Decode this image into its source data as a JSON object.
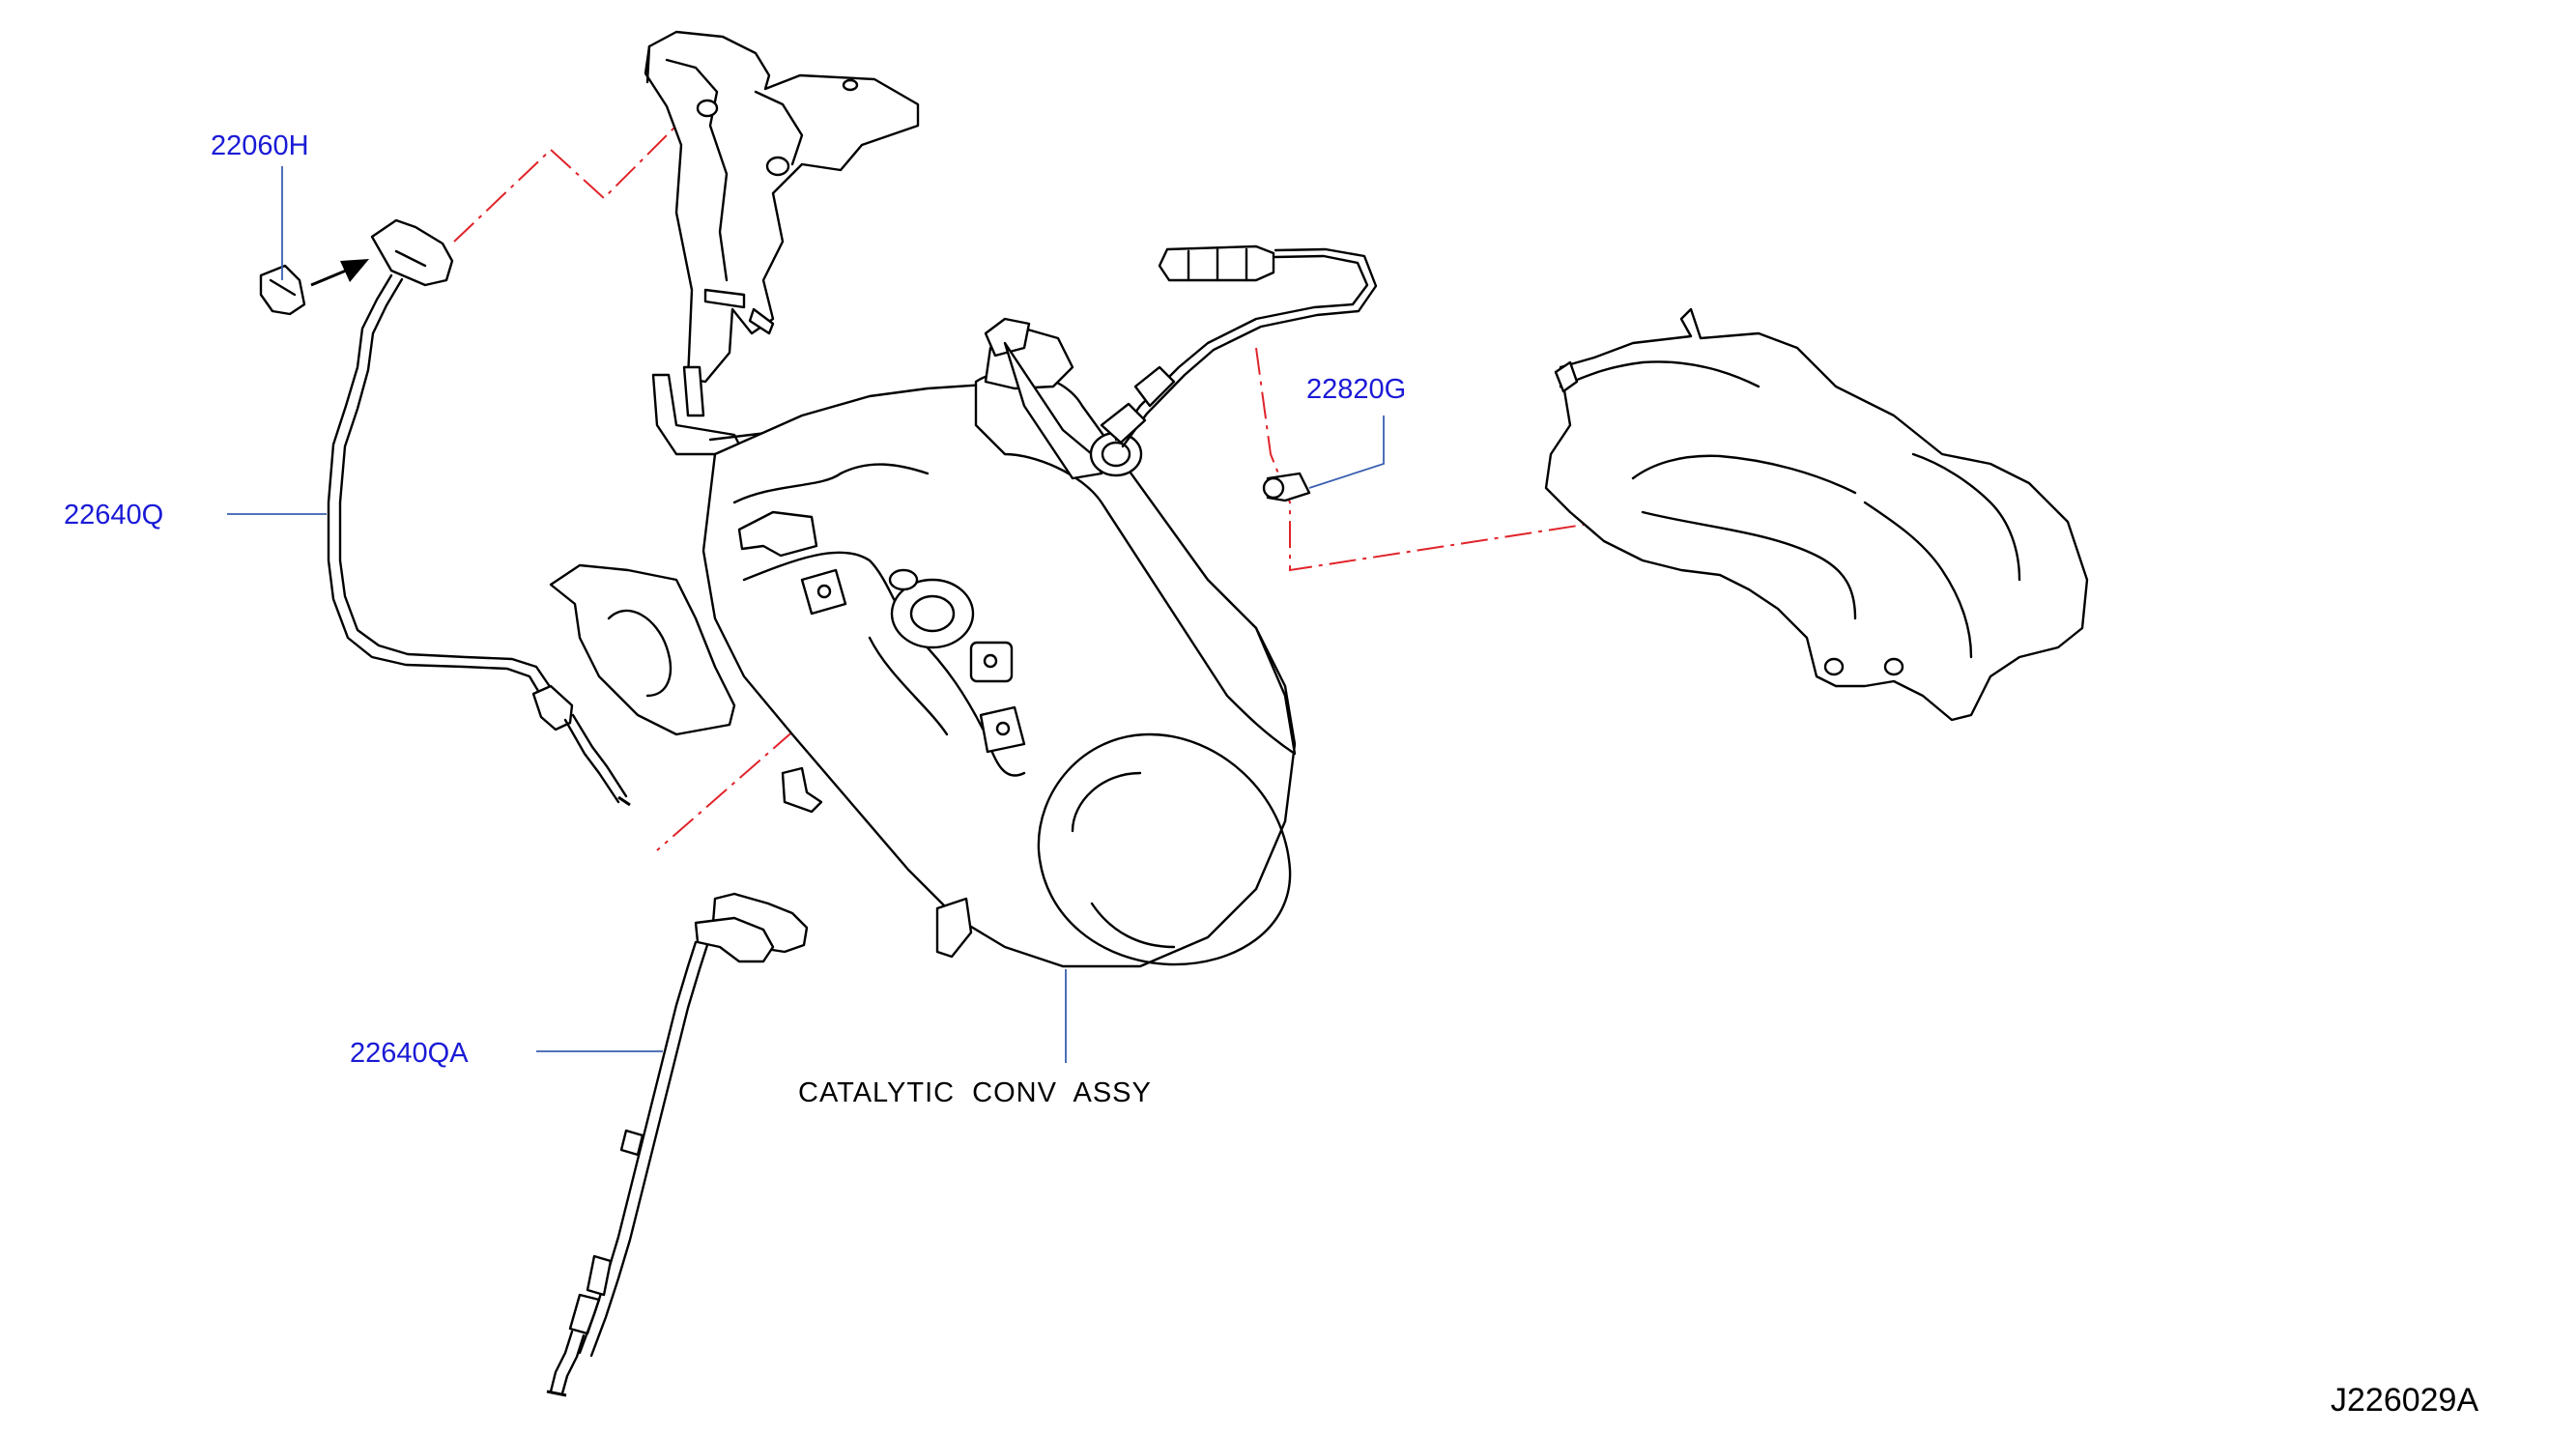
{
  "labels": {
    "p22060H": "22060H",
    "p22640Q": "22640Q",
    "p22820G": "22820G",
    "p22640QA": "22640QA",
    "catalytic": "CATALYTIC  CONV  ASSY"
  },
  "diagram_code": "J226029A",
  "colors": {
    "part_number": "#1a1ad6",
    "leader": "#3a5fb0",
    "phantom_line": "#e0242a",
    "outline": "#000000"
  }
}
